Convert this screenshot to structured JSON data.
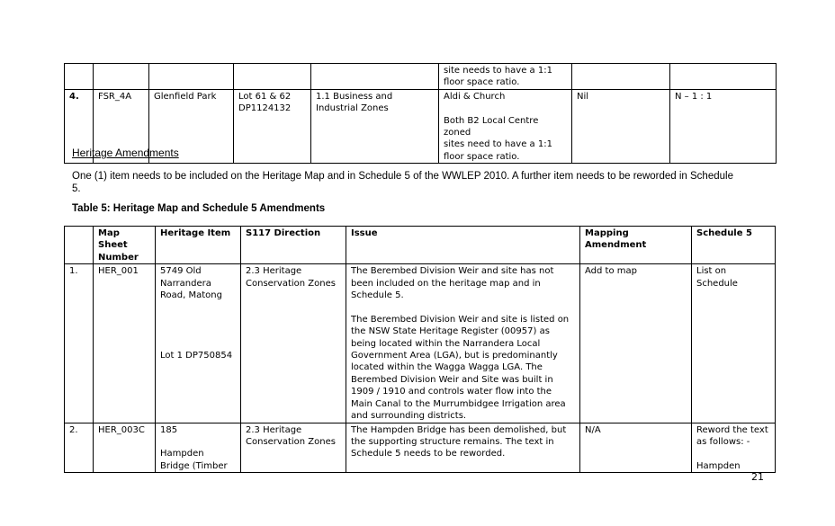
{
  "fsr_table": {
    "cont_row": {
      "issue": "site needs to have a 1:1\nfloor space ratio."
    },
    "row4": {
      "num": "4.",
      "map_sheet": "FSR_4A",
      "location": "Glenfield Park",
      "lot": "Lot 61 & 62\nDP1124132",
      "direction": "1.1 Business and\nIndustrial Zones",
      "issue": "Aldi & Church\n\nBoth B2 Local Centre zoned\nsites need to have a 1:1\nfloor space ratio.",
      "mapping": "Nil",
      "ratio": "N – 1 : 1"
    }
  },
  "heritage": {
    "heading": "Heritage Amendments",
    "paragraph": "One (1) item needs to be included on the Heritage Map and in Schedule 5 of the WWLEP 2010. A further item needs to be reworded in Schedule 5.",
    "table_caption": "Table 5: Heritage Map and Schedule 5 Amendments",
    "headers": [
      "",
      "Map Sheet Number",
      "Heritage Item",
      "S117 Direction",
      "Issue",
      "Mapping Amendment",
      "Schedule 5"
    ],
    "rows": [
      {
        "num": "1.",
        "map_sheet": "HER_001",
        "item": "5749 Old\nNarrandera\nRoad, Matong\n\n\n\n\nLot 1 DP750854",
        "direction": "2.3 Heritage\nConservation Zones",
        "issue": "The Berembed Division Weir and site has not been included on the heritage map and in Schedule 5.\n\nThe Berembed Division Weir and site is listed on the NSW State Heritage Register (00957) as being located within the Narrandera Local Government Area (LGA), but is predominantly located within the Wagga Wagga LGA. The Berembed Division Weir and Site was built in 1909 / 1910 and controls water flow into the Main Canal to the Murrumbidgee Irrigation area and surrounding districts.",
        "mapping": "Add to map",
        "schedule": "List on Schedule"
      },
      {
        "num": "2.",
        "map_sheet": "HER_003C",
        "item": "185\n\nHampden\nBridge (Timber",
        "direction": "2.3 Heritage\nConservation Zones",
        "issue": "The Hampden Bridge has been demolished, but the supporting structure remains.  The text in Schedule 5 needs to be reworded.",
        "mapping": "N/A",
        "schedule": "Reword the text\nas follows:  -\n\nHampden"
      }
    ]
  },
  "page_number": "21"
}
